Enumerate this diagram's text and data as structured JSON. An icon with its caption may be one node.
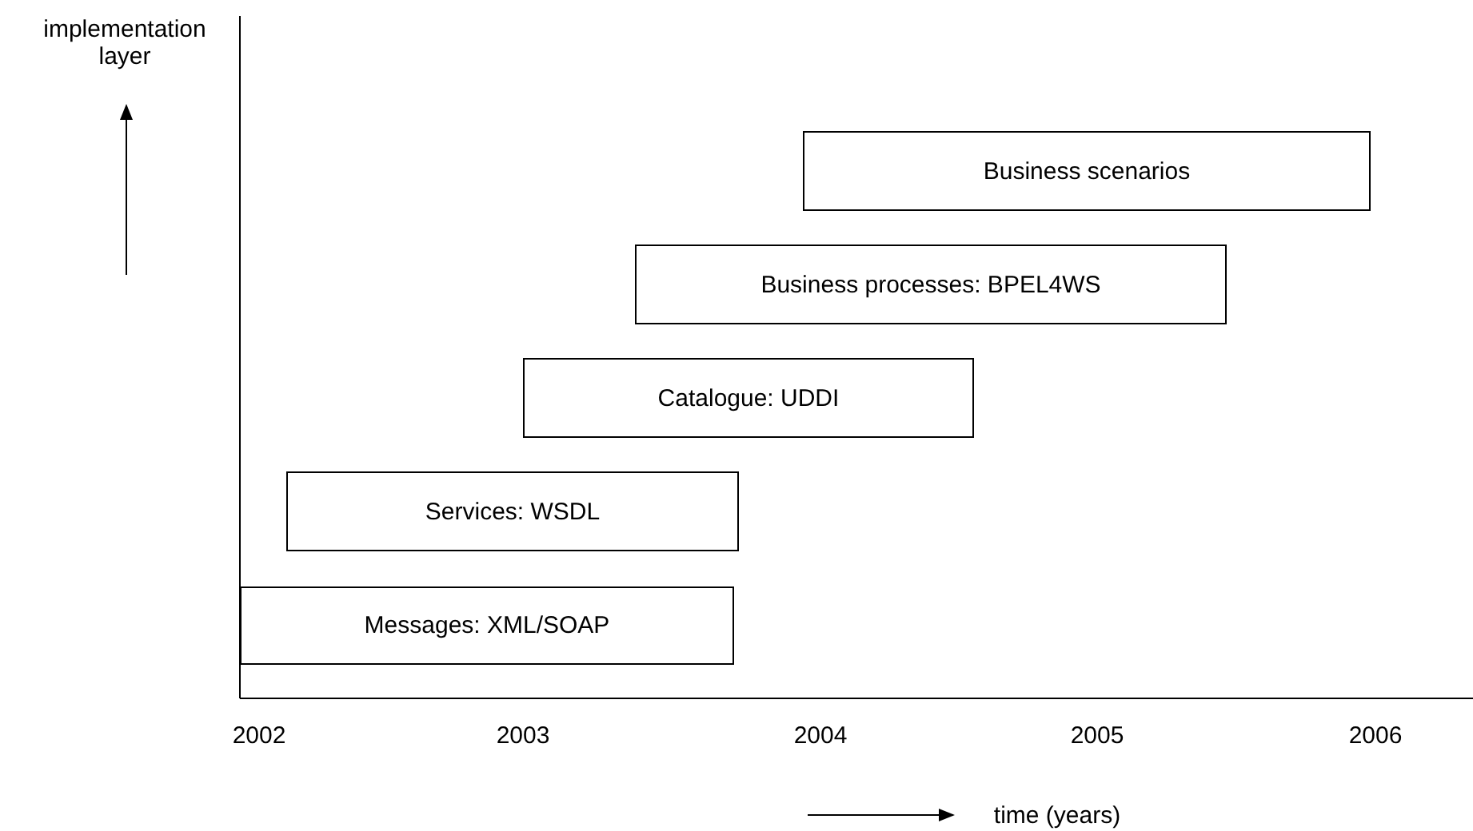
{
  "diagram": {
    "nodes": [
      {
        "text": [
          "Messages: XML/SOAP"
        ]
      },
      {
        "text": [
          "Services: WSDL"
        ]
      },
      {
        "text": [
          "Catalogue: UDDI"
        ]
      },
      {
        "text": [
          "Business processes: BPEL4WS"
        ]
      },
      {
        "text": [
          "Business scenarios"
        ]
      }
    ],
    "labels": [
      "implementation layer",
      "2002",
      "2003",
      "2004",
      "2005",
      "2006",
      "time (years)"
    ]
  }
}
